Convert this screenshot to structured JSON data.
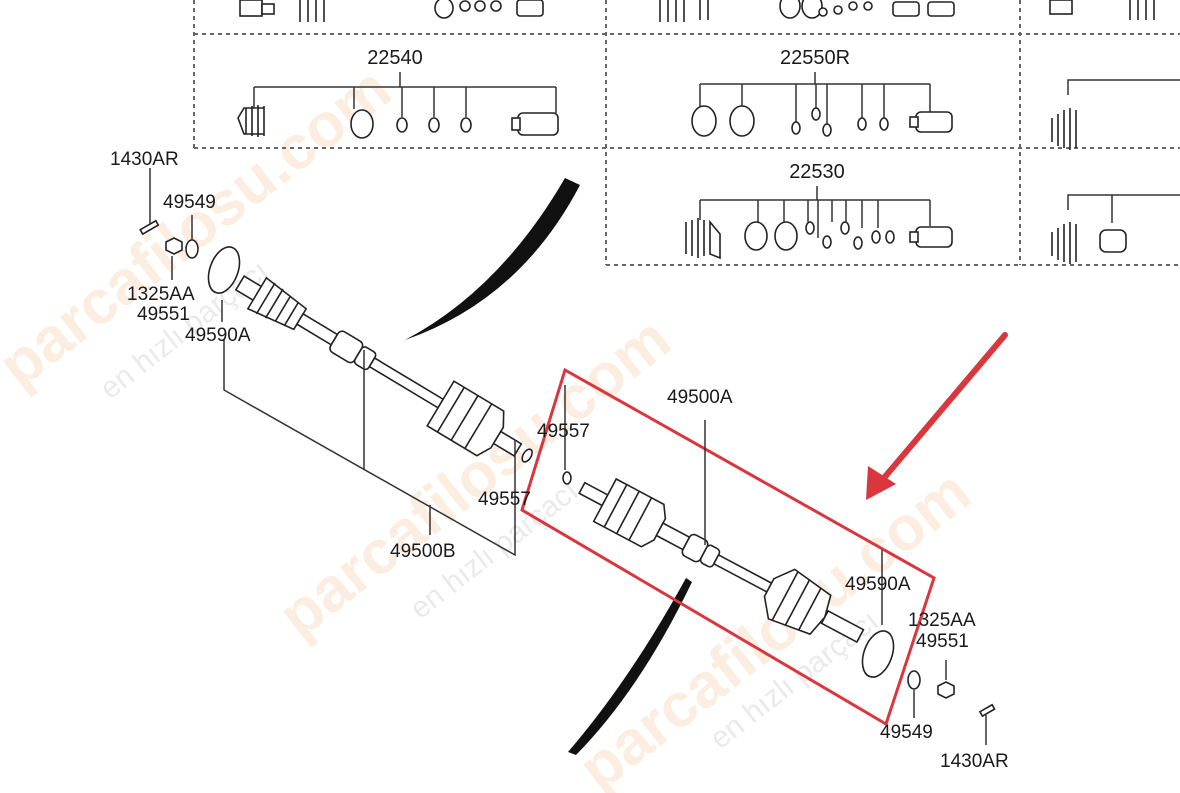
{
  "groups": {
    "g1": "22540",
    "g2": "22550R",
    "g3": "22530"
  },
  "left_shaft": {
    "bolt": "1430AR",
    "washer": "49549",
    "nut": "1325AA",
    "nut2": "49551",
    "ring": "49590A",
    "circlip": "49557",
    "assembly": "49500B"
  },
  "right_shaft": {
    "circlip": "49557",
    "assembly": "49500A",
    "ring": "49590A",
    "nut": "1325AA",
    "nut2": "49551",
    "washer": "49549",
    "bolt": "1430AR"
  },
  "watermark": {
    "site": "parcafilosu.com",
    "tagline": "en hızlı parçacı"
  },
  "colors": {
    "highlight": "#d9363e",
    "line": "#222222"
  }
}
